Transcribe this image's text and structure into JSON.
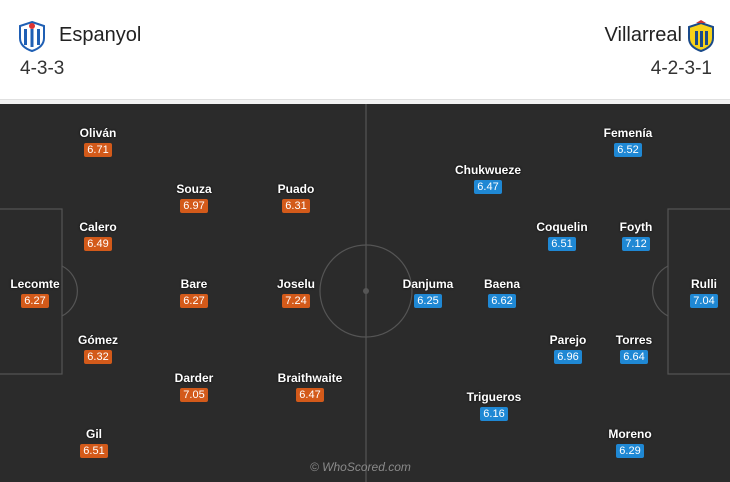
{
  "header": {
    "home": {
      "name": "Espanyol",
      "formation": "4-3-3"
    },
    "away": {
      "name": "Villarreal",
      "formation": "4-2-3-1"
    }
  },
  "colors": {
    "home_badge": "#d35a1a",
    "away_badge": "#1f88d4",
    "pitch": "#2b2b2b"
  },
  "watermark": "© WhoScored.com",
  "home_players": [
    {
      "name": "Oliván",
      "rating": "6.71"
    },
    {
      "name": "Souza",
      "rating": "6.97"
    },
    {
      "name": "Puado",
      "rating": "6.31"
    },
    {
      "name": "Calero",
      "rating": "6.49"
    },
    {
      "name": "Lecomte",
      "rating": "6.27"
    },
    {
      "name": "Bare",
      "rating": "6.27"
    },
    {
      "name": "Joselu",
      "rating": "7.24"
    },
    {
      "name": "Gómez",
      "rating": "6.32"
    },
    {
      "name": "Darder",
      "rating": "7.05"
    },
    {
      "name": "Braithwaite",
      "rating": "6.47"
    },
    {
      "name": "Gil",
      "rating": "6.51"
    }
  ],
  "away_players": [
    {
      "name": "Femenía",
      "rating": "6.52"
    },
    {
      "name": "Chukwueze",
      "rating": "6.47"
    },
    {
      "name": "Coquelin",
      "rating": "6.51"
    },
    {
      "name": "Foyth",
      "rating": "7.12"
    },
    {
      "name": "Danjuma",
      "rating": "6.25"
    },
    {
      "name": "Baena",
      "rating": "6.62"
    },
    {
      "name": "Rulli",
      "rating": "7.04"
    },
    {
      "name": "Parejo",
      "rating": "6.96"
    },
    {
      "name": "Torres",
      "rating": "6.64"
    },
    {
      "name": "Trigueros",
      "rating": "6.16"
    },
    {
      "name": "Moreno",
      "rating": "6.29"
    }
  ]
}
